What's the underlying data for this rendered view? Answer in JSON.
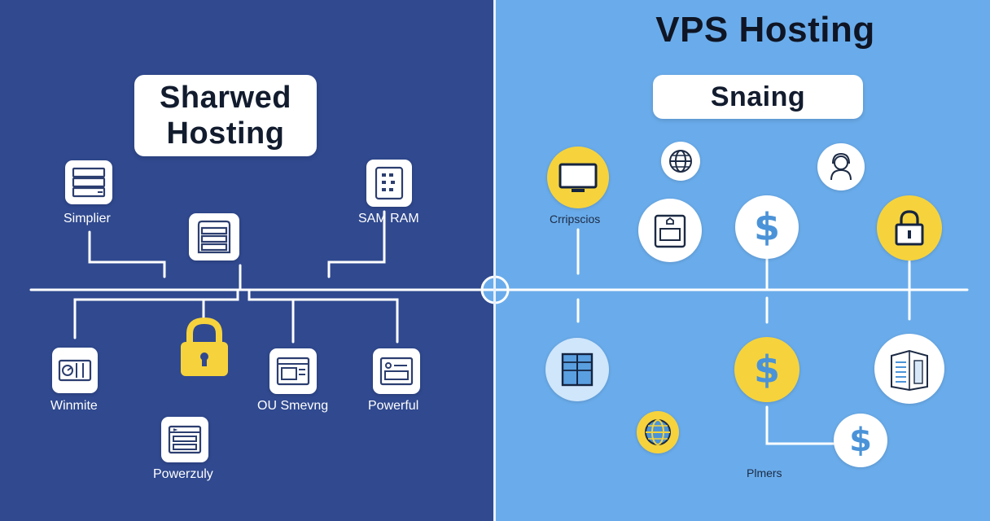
{
  "left": {
    "title_line1": "Sharwed",
    "title_line2": "Hosting",
    "labels": {
      "simplier": "Simplier",
      "sam_ram": "SAM RAM",
      "winmite": "Winmite",
      "ou_smevng": "OU Smevng",
      "powerful": "Powerful",
      "powerzuly": "Powerzuly"
    }
  },
  "right": {
    "heading": "VPS Hosting",
    "subtitle": "Snaing",
    "labels": {
      "crripscios": "Crripscios",
      "plmers": "Plmers"
    }
  },
  "colors": {
    "left_bg": "#30498f",
    "right_bg": "#6aaceb",
    "accent_yellow": "#f6d33c",
    "line": "#ffffff"
  }
}
